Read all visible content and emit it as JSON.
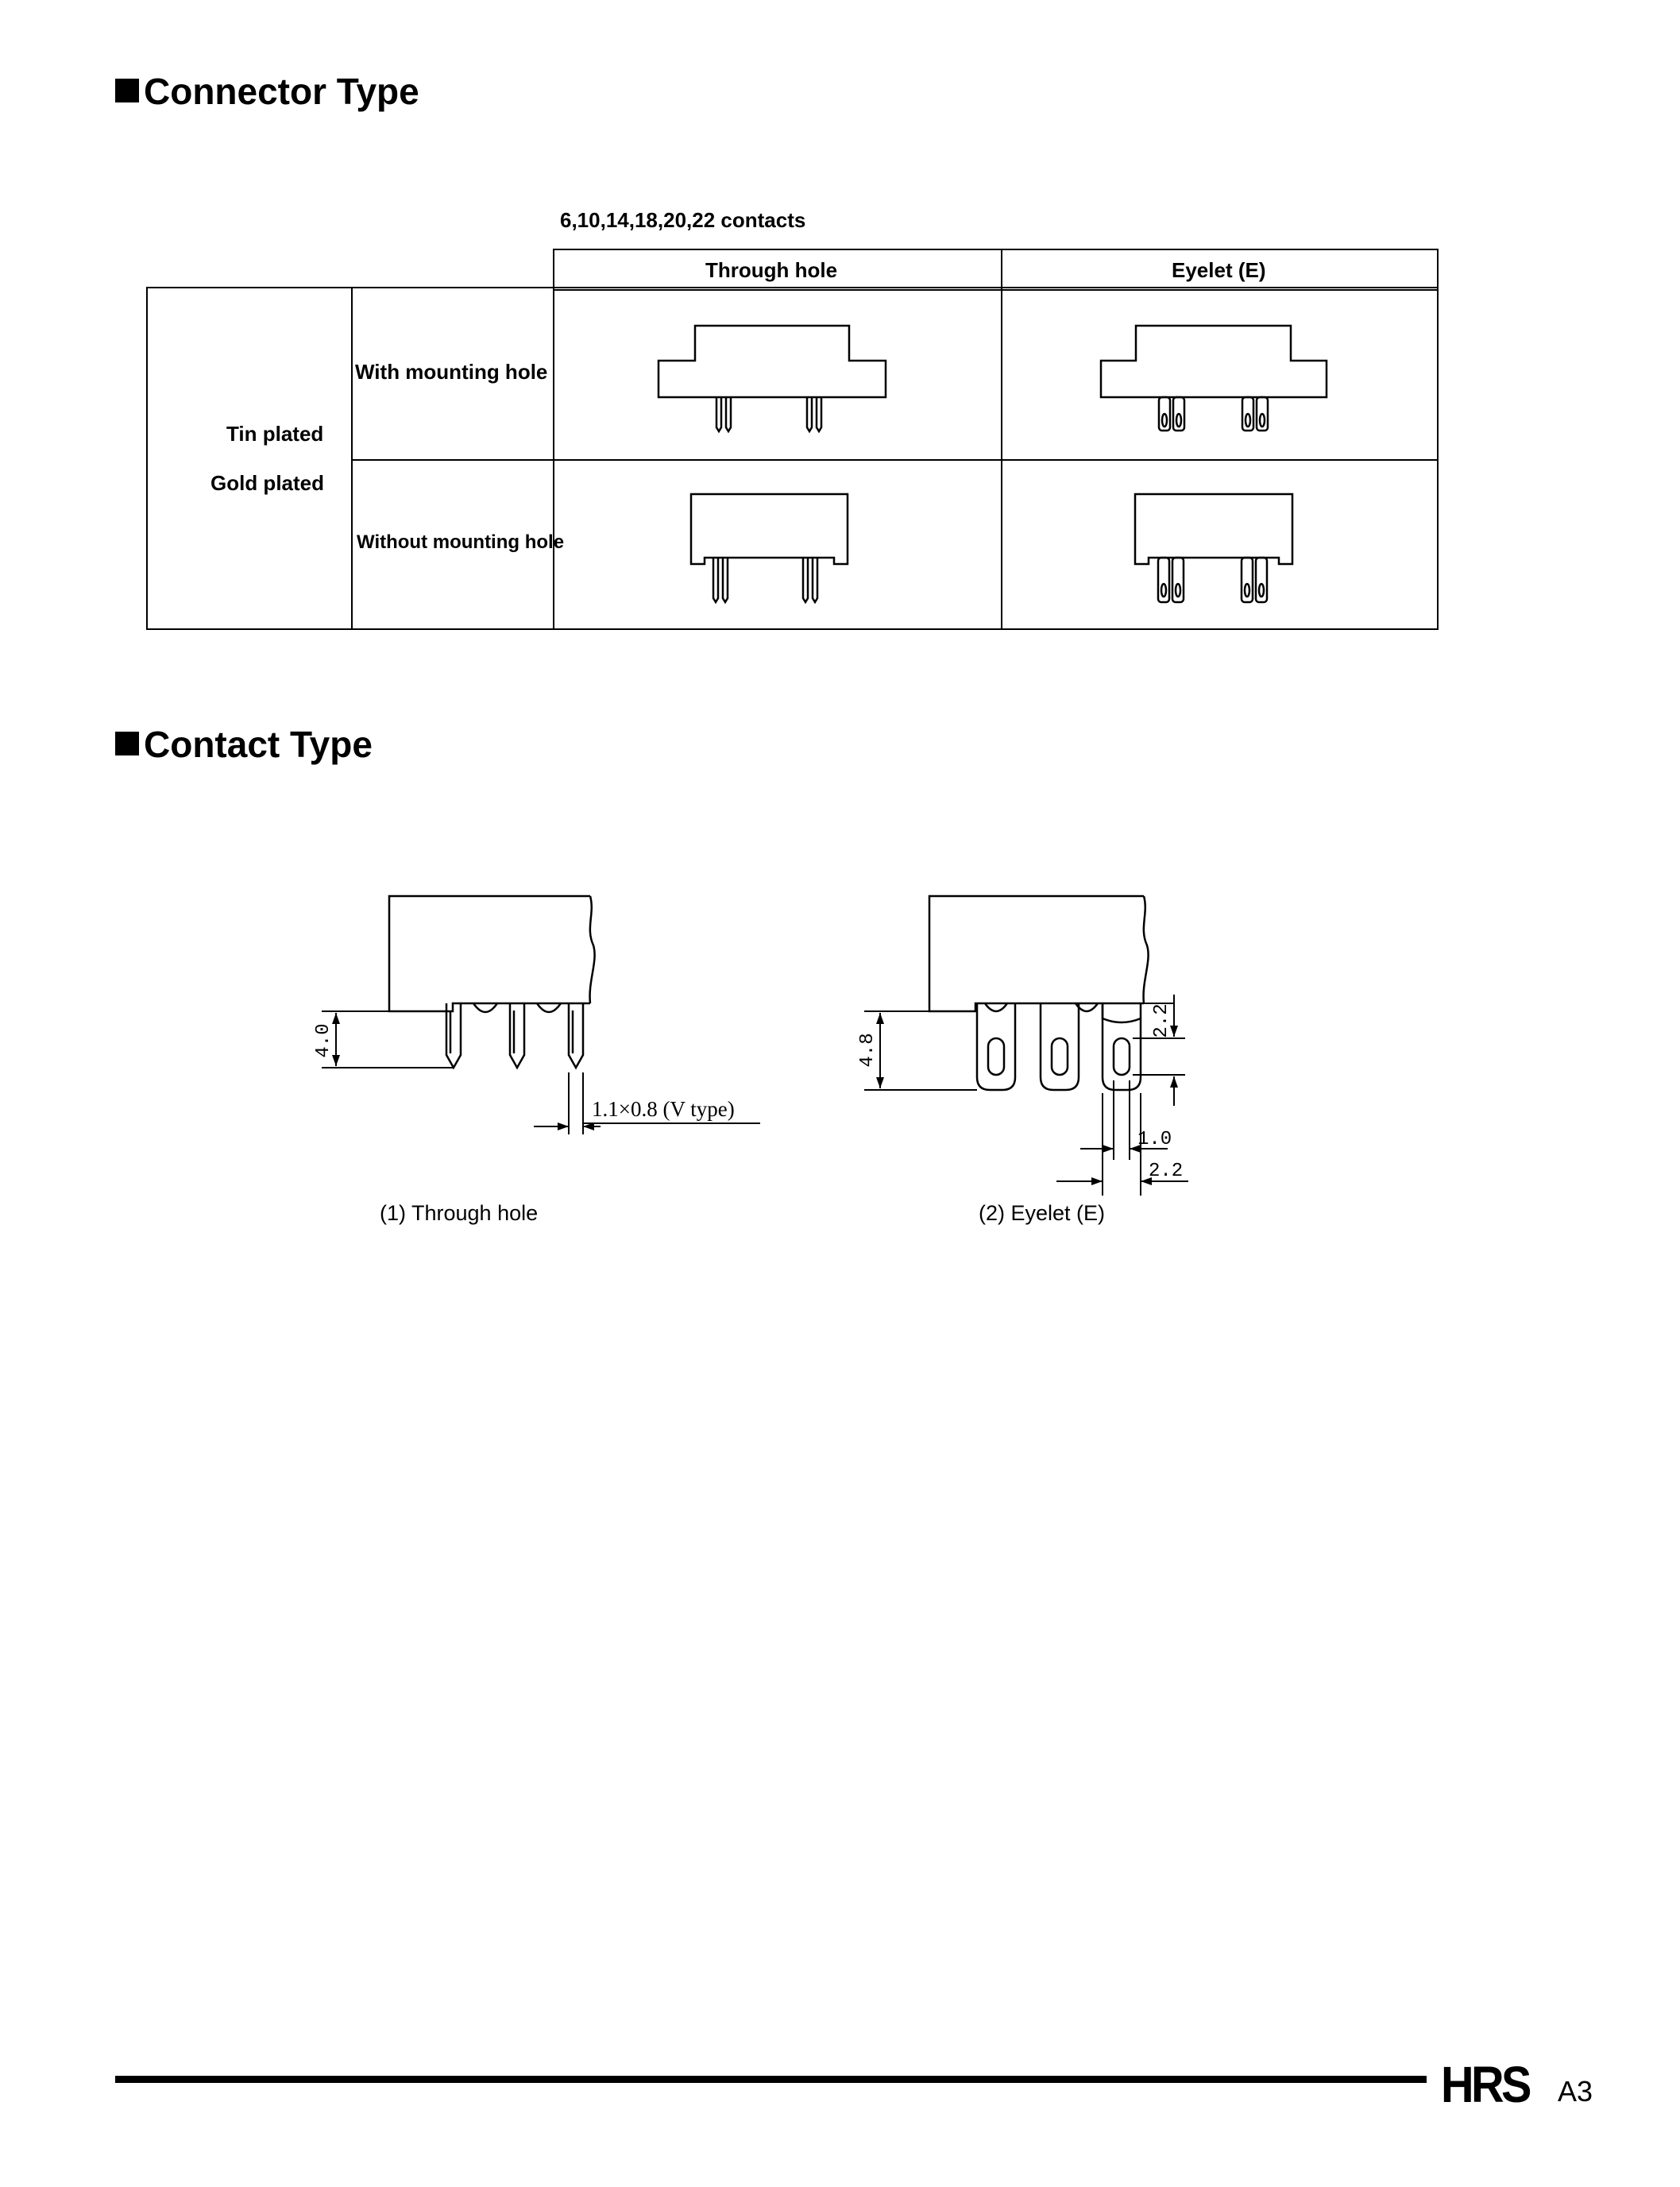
{
  "sections": {
    "connector_type": {
      "title": "Connector Type"
    },
    "contact_type": {
      "title": "Contact Type"
    }
  },
  "connector_table": {
    "contacts_label": "6,10,14,18,20,22 contacts",
    "col_through_hole": "Through hole",
    "col_eyelet": "Eyelet (E)",
    "row_with_mounting": "With mounting hole",
    "row_without_mounting": "Without mounting hole",
    "plating_tin": "Tin plated",
    "plating_gold": "Gold plated"
  },
  "contact_figures": {
    "through_hole": {
      "caption": "(1) Through hole",
      "dim_height": "4.0",
      "dim_pin": "1.1×0.8 (V type)"
    },
    "eyelet": {
      "caption": "(2) Eyelet  (E)",
      "dim_height": "4.8",
      "dim_top": "2.2",
      "dim_width": "1.0",
      "dim_pitch": "2.2"
    }
  },
  "footer": {
    "logo": "HRS",
    "page_number": "A3"
  }
}
